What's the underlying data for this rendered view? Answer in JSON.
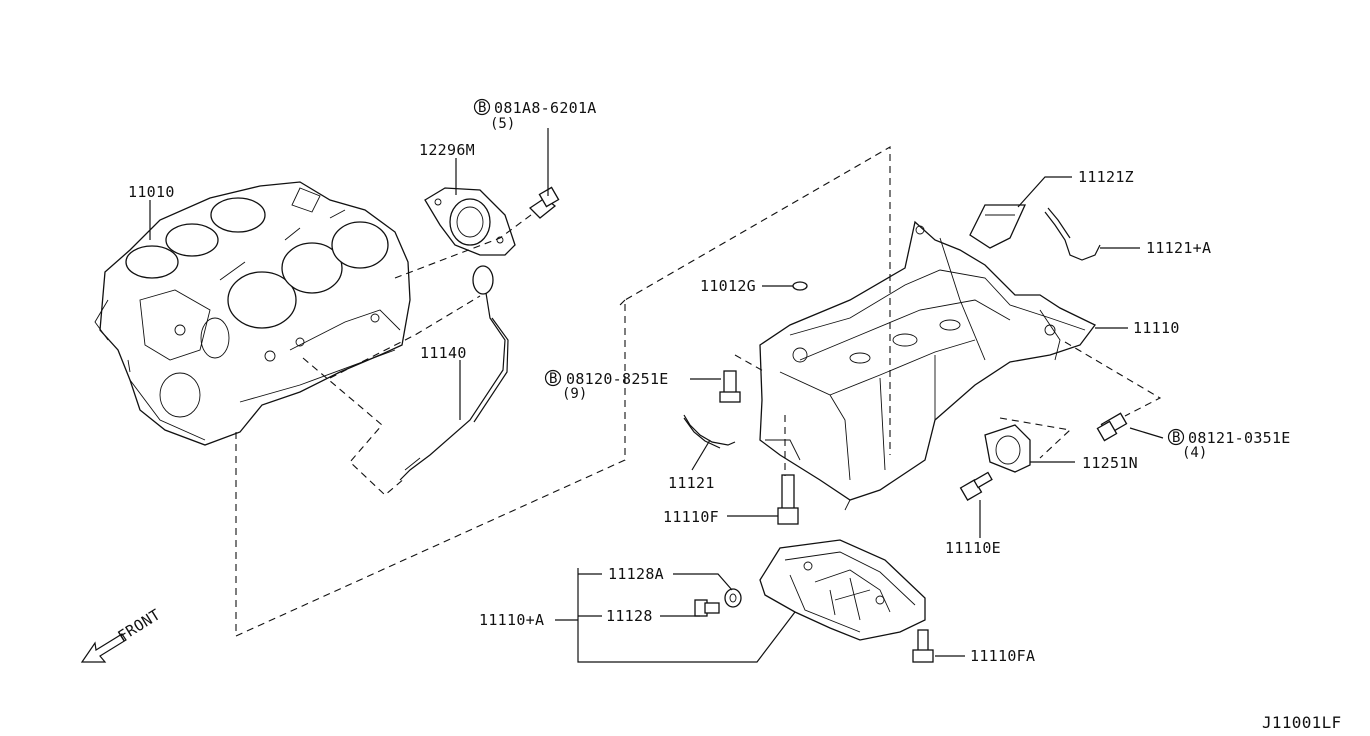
{
  "diagram_id": "J11001LF",
  "front_label": "FRONT",
  "bolt_symbol": "B",
  "labels": {
    "p11010": "11010",
    "p12296M": "12296M",
    "p081A8": "081A8-6201A",
    "p081A8_qty": "(5)",
    "p11140": "11140",
    "p11121Z": "11121Z",
    "p11121A": "11121+A",
    "p11012G": "11012G",
    "p11110": "11110",
    "p08120": "08120-8251E",
    "p08120_qty": "(9)",
    "p11121": "11121",
    "p08121": "08121-0351E",
    "p08121_qty": "(4)",
    "p11251N": "11251N",
    "p11110F": "11110F",
    "p11110E": "11110E",
    "p11128A": "11128A",
    "p11128": "11128",
    "p11110A": "11110+A",
    "p11110FA": "11110FA"
  }
}
